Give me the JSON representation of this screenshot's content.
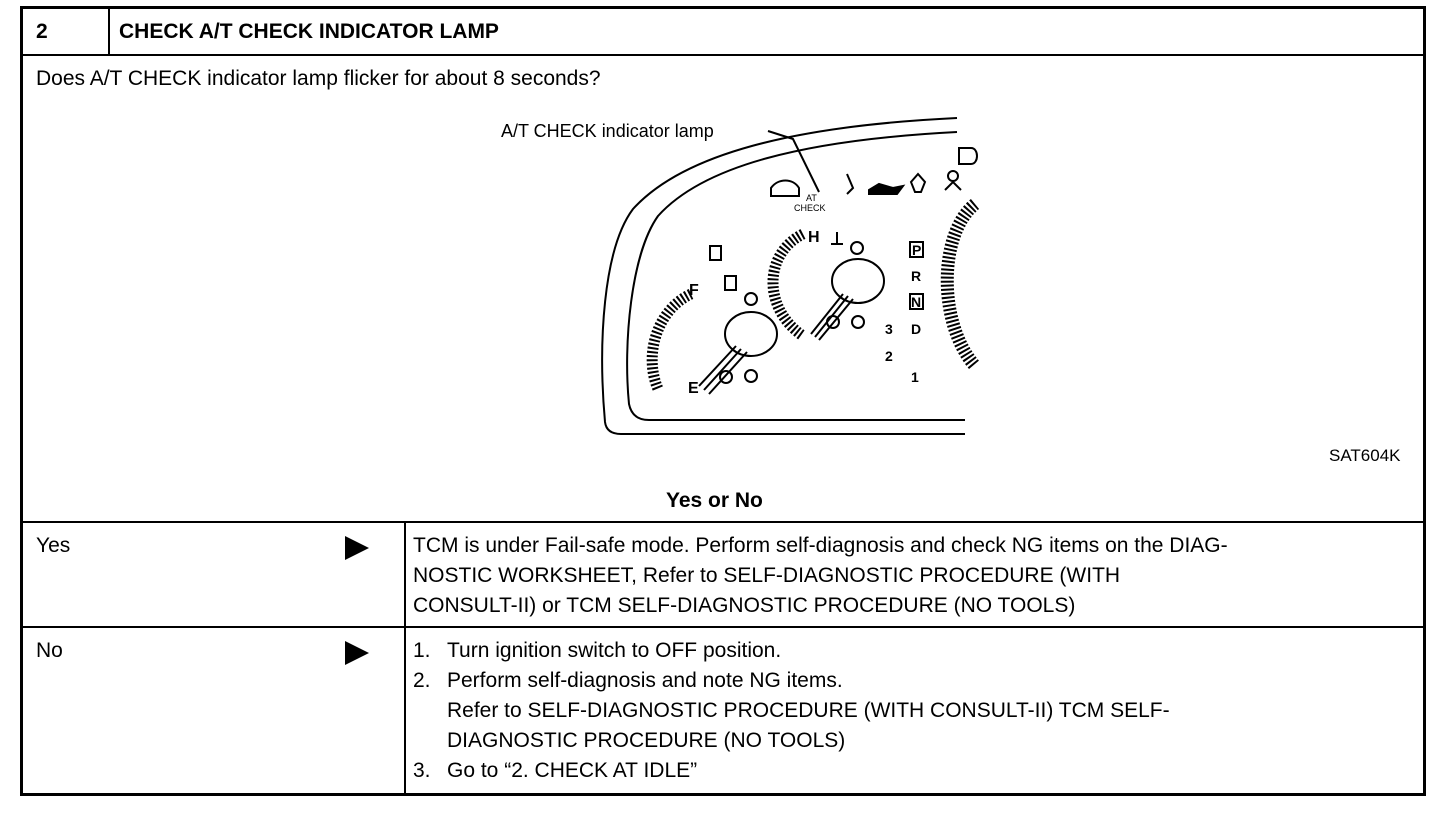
{
  "step": {
    "number": "2",
    "title": "CHECK A/T CHECK INDICATOR LAMP"
  },
  "question": "Does A/T CHECK indicator lamp flicker for about 8 seconds?",
  "figure": {
    "callout_label": "A/T CHECK indicator lamp",
    "lamp_text_top": "AT",
    "lamp_text_bottom": "CHECK",
    "fuel_full": "F",
    "fuel_empty": "E",
    "temp_high": "H",
    "gears": [
      "P",
      "R",
      "N",
      "D",
      "3",
      "2",
      "1"
    ],
    "figure_id": "SAT604K"
  },
  "answer_prompt": "Yes or No",
  "rows": [
    {
      "label": "Yes",
      "lines": [
        "TCM is under Fail-safe mode. Perform self-diagnosis and check NG items on the DIAG-",
        "NOSTIC WORKSHEET, Refer to SELF-DIAGNOSTIC PROCEDURE (WITH",
        "CONSULT-II) or TCM SELF-DIAGNOSTIC PROCEDURE (NO TOOLS)"
      ]
    },
    {
      "label": "No",
      "steps": [
        {
          "num": "1.",
          "lines": [
            "Turn ignition switch to OFF position."
          ]
        },
        {
          "num": "2.",
          "lines": [
            "Perform self-diagnosis and note NG items.",
            "Refer to SELF-DIAGNOSTIC PROCEDURE (WITH CONSULT-II) TCM SELF-",
            "DIAGNOSTIC PROCEDURE (NO TOOLS)"
          ]
        },
        {
          "num": "3.",
          "lines": [
            "Go to “2. CHECK AT IDLE”"
          ]
        }
      ]
    }
  ]
}
